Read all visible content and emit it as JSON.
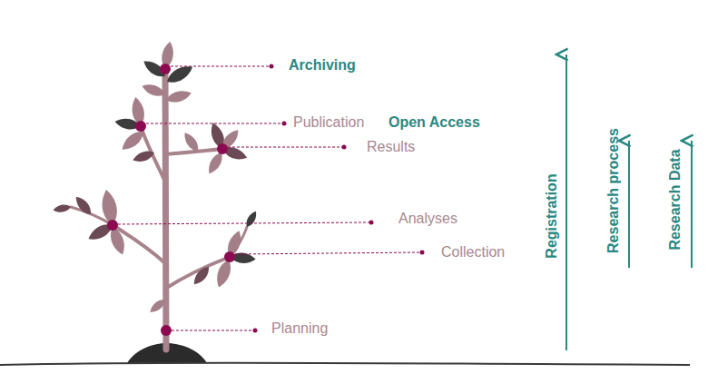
{
  "diagram": {
    "labels": [
      "Archiving",
      "Publication",
      "Open Access",
      "Results",
      "Analyses",
      "Collection",
      "Planning",
      "Registration",
      "Research process",
      "Research Data"
    ]
  }
}
